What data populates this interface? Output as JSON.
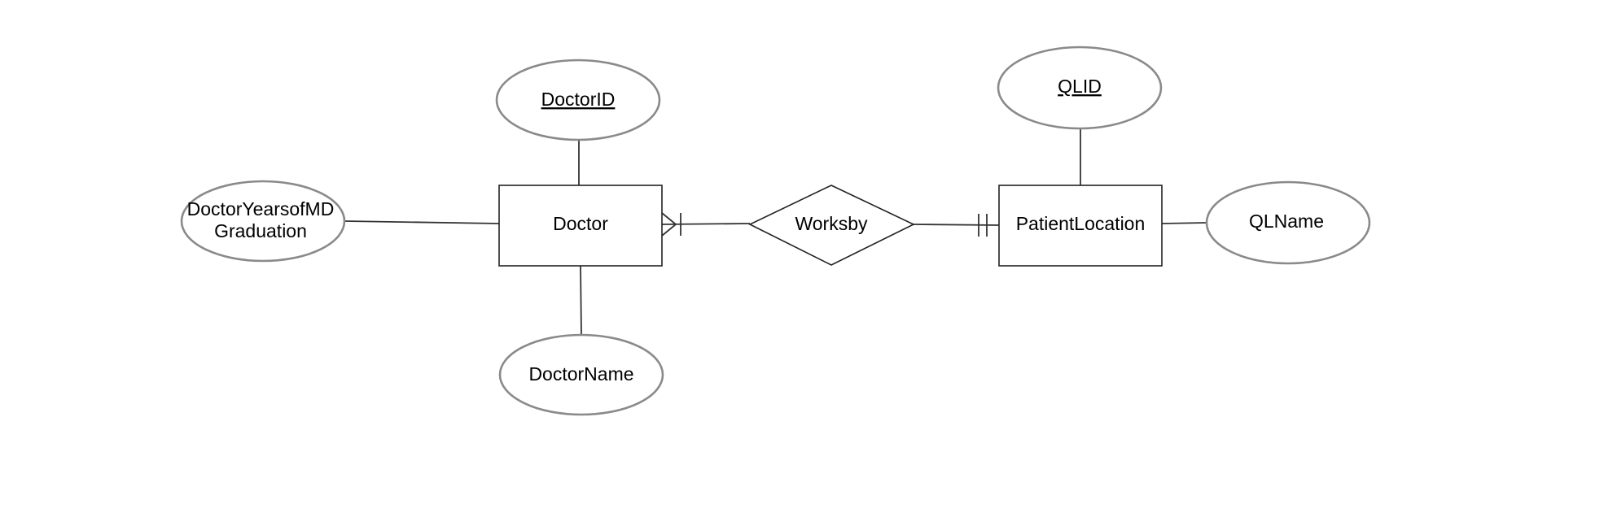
{
  "diagram": {
    "type": "er-diagram",
    "entities": {
      "doctor": {
        "label": "Doctor"
      },
      "patient_location": {
        "label": "PatientLocation"
      }
    },
    "relationship": {
      "label": "Worksby"
    },
    "attributes": {
      "doctor_id": {
        "label": "DoctorID",
        "key": true
      },
      "doctor_name": {
        "label": "DoctorName"
      },
      "doctor_years_line1": "DoctorYearsofMD",
      "doctor_years_line2": "Graduation",
      "ql_id": {
        "label": "QLID",
        "key": true
      },
      "ql_name": {
        "label": "QLName"
      }
    },
    "cardinality": {
      "doctor_side": "one-or-many",
      "patient_location_side": "one-and-only-one"
    },
    "colors": {
      "entity_stroke": "#222222",
      "attribute_stroke": "#8a8a8a",
      "background": "#ffffff"
    }
  }
}
